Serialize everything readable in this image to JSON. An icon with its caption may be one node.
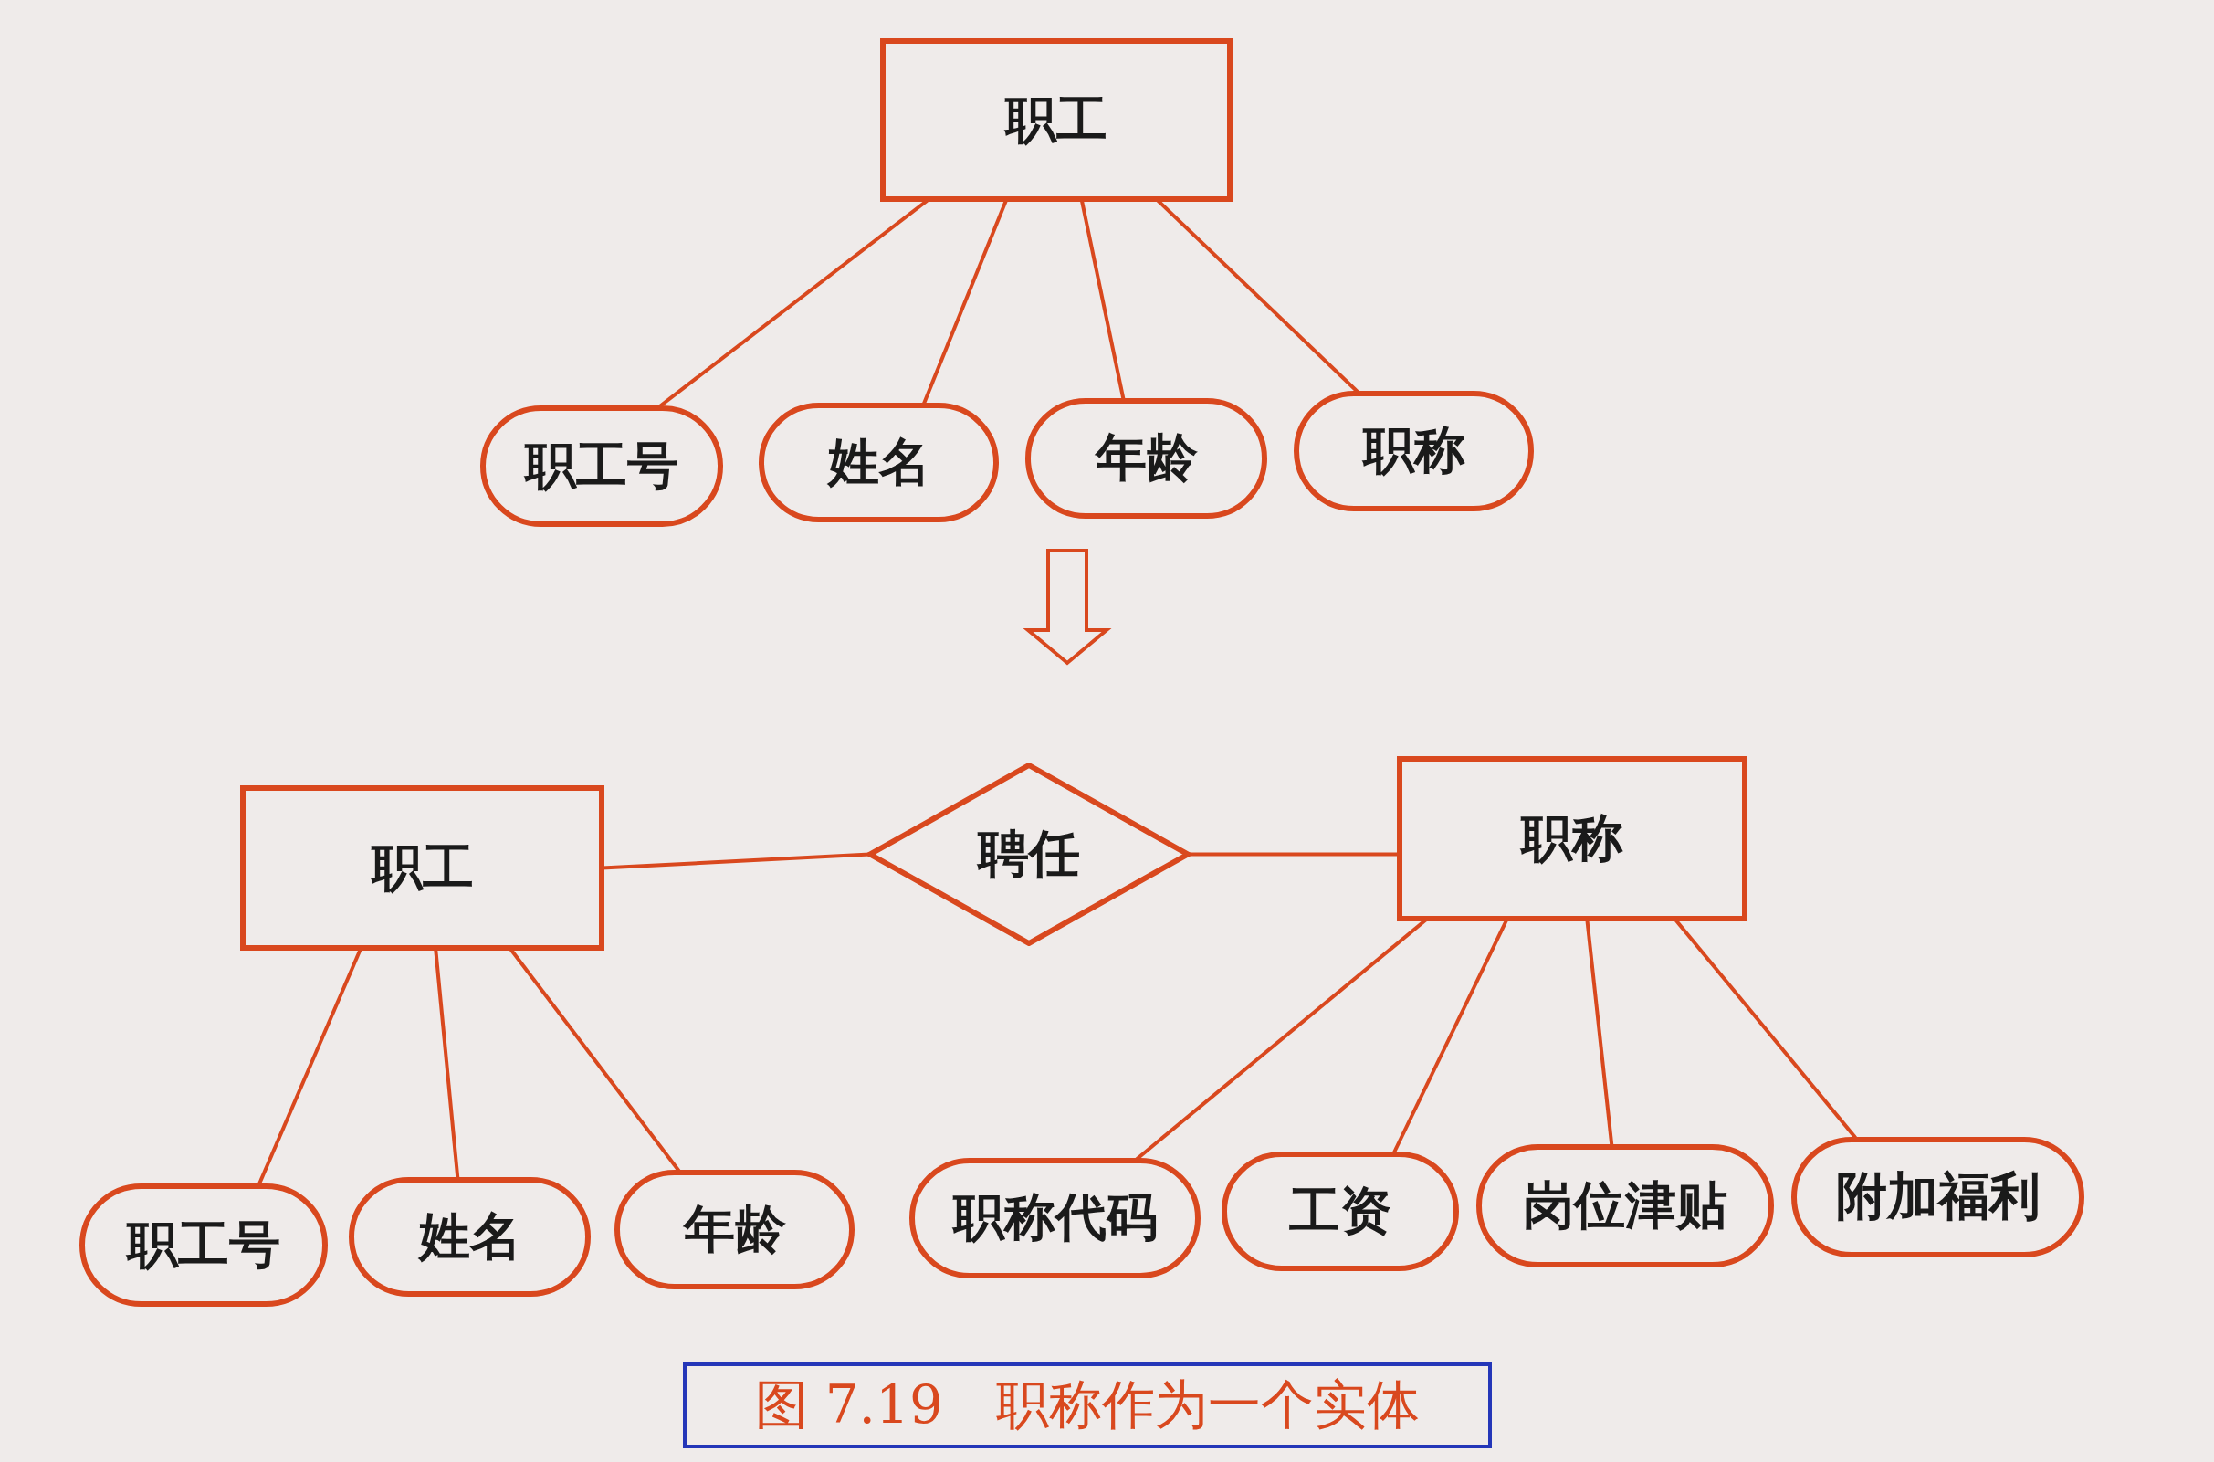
{
  "diagram": {
    "caption": "图 7.19　职称作为一个实体",
    "nodes": [
      {
        "text": [
          "职工"
        ]
      },
      {
        "text": [
          "职工号"
        ]
      },
      {
        "text": [
          "姓名"
        ]
      },
      {
        "text": [
          "年龄"
        ]
      },
      {
        "text": [
          "职称"
        ]
      },
      {
        "text": [
          "职工"
        ]
      },
      {
        "text": [
          "聘任"
        ]
      },
      {
        "text": [
          "职称"
        ]
      },
      {
        "text": [
          "职工号"
        ]
      },
      {
        "text": [
          "姓名"
        ]
      },
      {
        "text": [
          "年龄"
        ]
      },
      {
        "text": [
          "职称代码"
        ]
      },
      {
        "text": [
          "工资"
        ]
      },
      {
        "text": [
          "岗位津贴"
        ]
      },
      {
        "text": [
          "附加福利"
        ]
      }
    ],
    "edges": [
      {
        "from": 0,
        "to": 1,
        "arrow": "none"
      },
      {
        "from": 0,
        "to": 2,
        "arrow": "none"
      },
      {
        "from": 0,
        "to": 3,
        "arrow": "none"
      },
      {
        "from": 0,
        "to": 4,
        "arrow": "none"
      },
      {
        "from": 5,
        "to": 6,
        "arrow": "none"
      },
      {
        "from": 6,
        "to": 7,
        "arrow": "none"
      },
      {
        "from": 5,
        "to": 8,
        "arrow": "none"
      },
      {
        "from": 5,
        "to": 9,
        "arrow": "none"
      },
      {
        "from": 5,
        "to": 10,
        "arrow": "none"
      },
      {
        "from": 7,
        "to": 11,
        "arrow": "none"
      },
      {
        "from": 7,
        "to": 12,
        "arrow": "none"
      },
      {
        "from": 7,
        "to": 13,
        "arrow": "none"
      },
      {
        "from": 7,
        "to": 14,
        "arrow": "none"
      }
    ]
  }
}
